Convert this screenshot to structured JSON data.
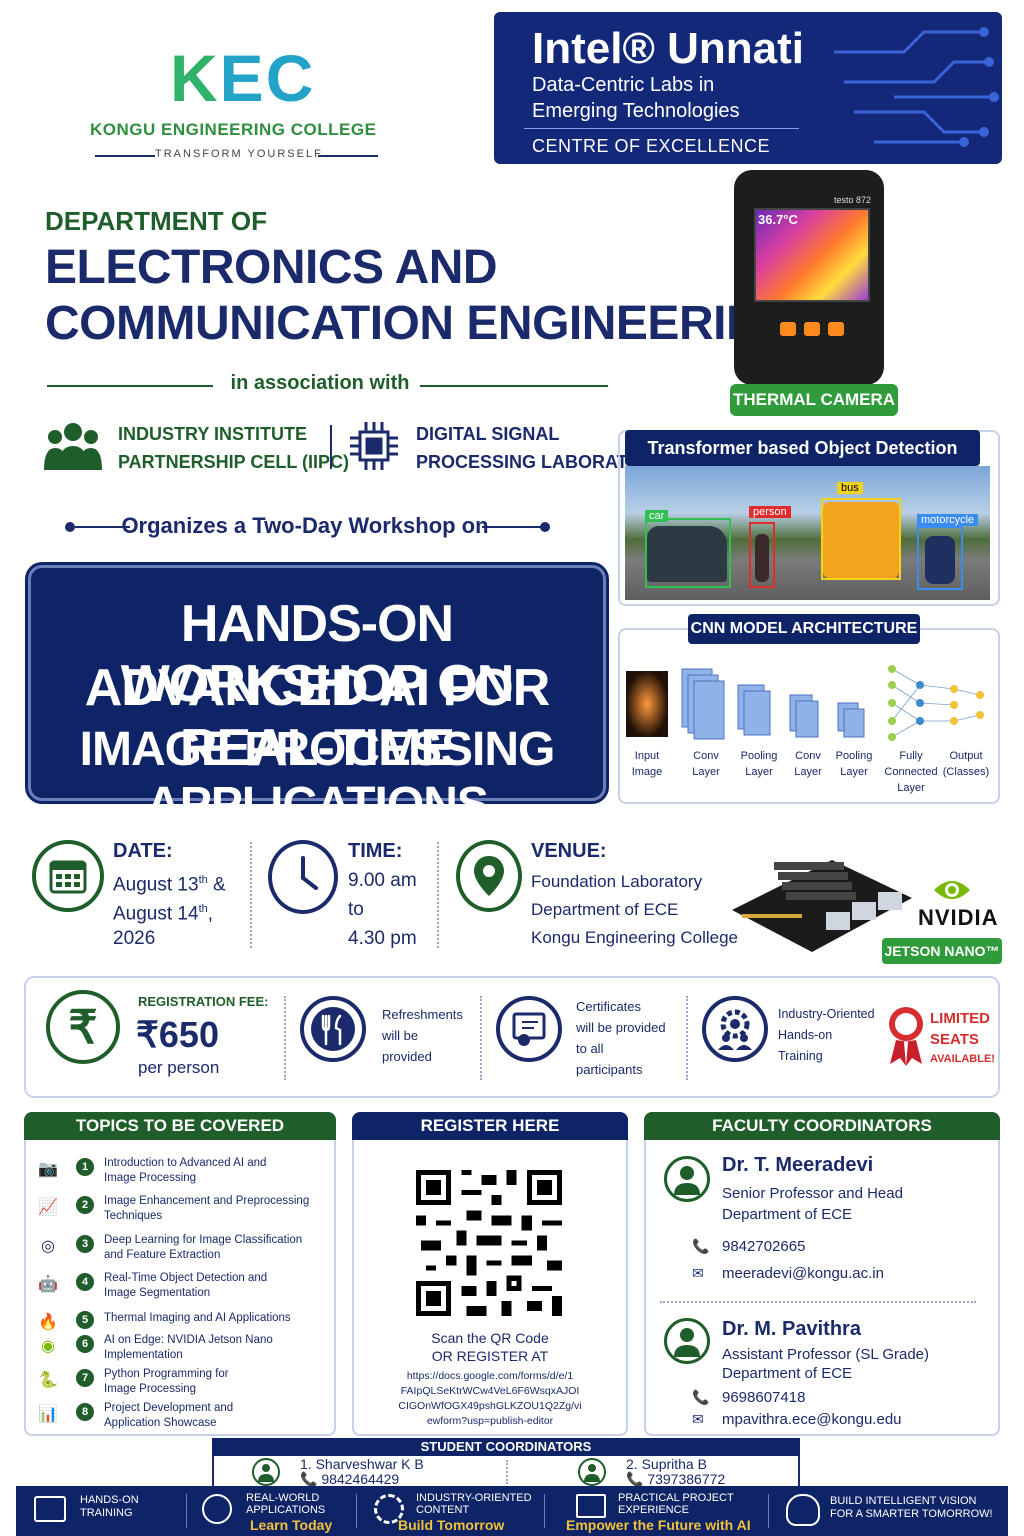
{
  "header": {
    "logo_text": "KEC",
    "college_name": "KONGU ENGINEERING COLLEGE",
    "tagline": "TRANSFORM YOURSELF",
    "intel_title": "Intel® Unnati",
    "intel_sub1": "Data-Centric Labs in",
    "intel_sub2": "Emerging Technologies",
    "intel_coe": "CENTRE OF EXCELLENCE"
  },
  "department": {
    "prefix": "DEPARTMENT OF",
    "line1": "ELECTRONICS AND",
    "line2": "COMMUNICATION ENGINEERING",
    "association": "in association with",
    "iipc_line1": "INDUSTRY INSTITUTE",
    "iipc_line2": "PARTNERSHIP CELL (IIPC)",
    "dsp_line1": "DIGITAL SIGNAL",
    "dsp_line2": "PROCESSING LABORATORY",
    "organizes": "Organizes a Two-Day Workshop on"
  },
  "workshop_title": {
    "line1": "HANDS-ON WORKSHOP ON",
    "line2": "ADVANCED AI FOR REAL-TIME",
    "line3": "IMAGE PROCESSING APPLICATIONS"
  },
  "visuals": {
    "thermal_reading": "36.7°C",
    "thermal_model": "testo 872",
    "thermal_label": "THERMAL CAMERA",
    "detection_title": "Transformer based Object Detection",
    "detection_labels": {
      "car": "car",
      "person": "person",
      "bus": "bus",
      "motorcycle": "motorcycle"
    },
    "cnn_title": "CNN MODEL ARCHITECTURE",
    "cnn_layers": [
      {
        "l1": "Input",
        "l2": "Image",
        "l3": ""
      },
      {
        "l1": "Conv",
        "l2": "Layer",
        "l3": ""
      },
      {
        "l1": "Pooling",
        "l2": "Layer",
        "l3": ""
      },
      {
        "l1": "Conv",
        "l2": "Layer",
        "l3": ""
      },
      {
        "l1": "Pooling",
        "l2": "Layer",
        "l3": ""
      },
      {
        "l1": "Fully",
        "l2": "Connected",
        "l3": "Layer"
      },
      {
        "l1": "Output",
        "l2": "(Classes)",
        "l3": ""
      }
    ],
    "nvidia": "NVIDIA",
    "jetson_label": "JETSON NANO™"
  },
  "schedule": {
    "date_h": "DATE:",
    "date_1": "August 13",
    "date_1_sup": "th",
    "date_1_tail": " &",
    "date_2": "August 14",
    "date_2_sup": "th",
    "date_2_tail": ",",
    "date_3": "2026",
    "time_h": "TIME:",
    "time_1": "9.00 am",
    "time_2": "to",
    "time_3": "4.30 pm",
    "venue_h": "VENUE:",
    "venue_1": "Foundation Laboratory",
    "venue_2": "Department of ECE",
    "venue_3": "Kongu Engineering College"
  },
  "fees": {
    "label": "REGISTRATION FEE:",
    "amount": "₹650",
    "per": "per person",
    "refresh_1": "Refreshments",
    "refresh_2": "will be",
    "refresh_3": "provided",
    "cert_1": "Certificates",
    "cert_2": "will be provided",
    "cert_3": "to all",
    "cert_4": "participants",
    "ind_1": "Industry-Oriented",
    "ind_2": "Hands-on",
    "ind_3": "Training",
    "limited_1": "LIMITED",
    "limited_2": "SEATS",
    "limited_3": "AVAILABLE!"
  },
  "topics": {
    "heading": "TOPICS TO BE COVERED",
    "items": [
      {
        "n": "1",
        "a": "Introduction to Advanced AI and",
        "b": "Image Processing"
      },
      {
        "n": "2",
        "a": "Image Enhancement and Preprocessing",
        "b": "Techniques"
      },
      {
        "n": "3",
        "a": "Deep Learning for Image Classification",
        "b": "and Feature Extraction"
      },
      {
        "n": "4",
        "a": "Real-Time Object Detection and",
        "b": "Image Segmentation"
      },
      {
        "n": "5",
        "a": "Thermal Imaging and AI Applications",
        "b": ""
      },
      {
        "n": "6",
        "a": "AI on Edge: NVIDIA Jetson Nano",
        "b": "Implementation"
      },
      {
        "n": "7",
        "a": "Python Programming for",
        "b": "Image Processing"
      },
      {
        "n": "8",
        "a": "Project Development and",
        "b": "Application Showcase"
      }
    ]
  },
  "register": {
    "heading": "REGISTER HERE",
    "scan_1": "Scan the QR Code",
    "scan_2": "OR REGISTER AT",
    "url_1": "https://docs.google.com/forms/d/e/1",
    "url_2": "FAIpQLSeKtrWCw4VeL6F6WsqxAJOI",
    "url_3": "CIGOnWfOGX49pshGLKZOU1Q2Zg/vi",
    "url_4": "ewform?usp=publish-editor"
  },
  "faculty": {
    "heading": "FACULTY COORDINATORS",
    "f1_name": "Dr. T. Meeradevi",
    "f1_role1": "Senior Professor and Head",
    "f1_role2": "Department of ECE",
    "f1_phone": "9842702665",
    "f1_email": "meeradevi@kongu.ac.in",
    "f2_name": "Dr. M. Pavithra",
    "f2_role1": "Assistant Professor (SL Grade)",
    "f2_role2": "Department of ECE",
    "f2_phone": "9698607418",
    "f2_email": "mpavithra.ece@kongu.edu"
  },
  "students": {
    "heading": "STUDENT COORDINATORS",
    "s1_name": "1.  Sharveshwar K B",
    "s1_phone": "9842464429",
    "s2_name": "2.  Supritha B",
    "s2_phone": "7397386772"
  },
  "footer": {
    "f1_a": "HANDS-ON",
    "f1_b": "TRAINING",
    "f2_a": "REAL-WORLD",
    "f2_b": "APPLICATIONS",
    "f2_y": "Learn Today",
    "f3_a": "INDUSTRY-ORIENTED",
    "f3_b": "CONTENT",
    "f3_y": "Build Tomorrow",
    "f4_a": "PRACTICAL PROJECT",
    "f4_b": "EXPERIENCE",
    "f4_y": "Empower the Future with AI",
    "f5_a": "BUILD INTELLIGENT VISION",
    "f5_b": "FOR A SMARTER TOMORROW!"
  },
  "colors": {
    "navy": "#0f2466",
    "green": "#1f5e2a",
    "accent_green": "#2f9b3b",
    "gold": "#f2c23a"
  }
}
